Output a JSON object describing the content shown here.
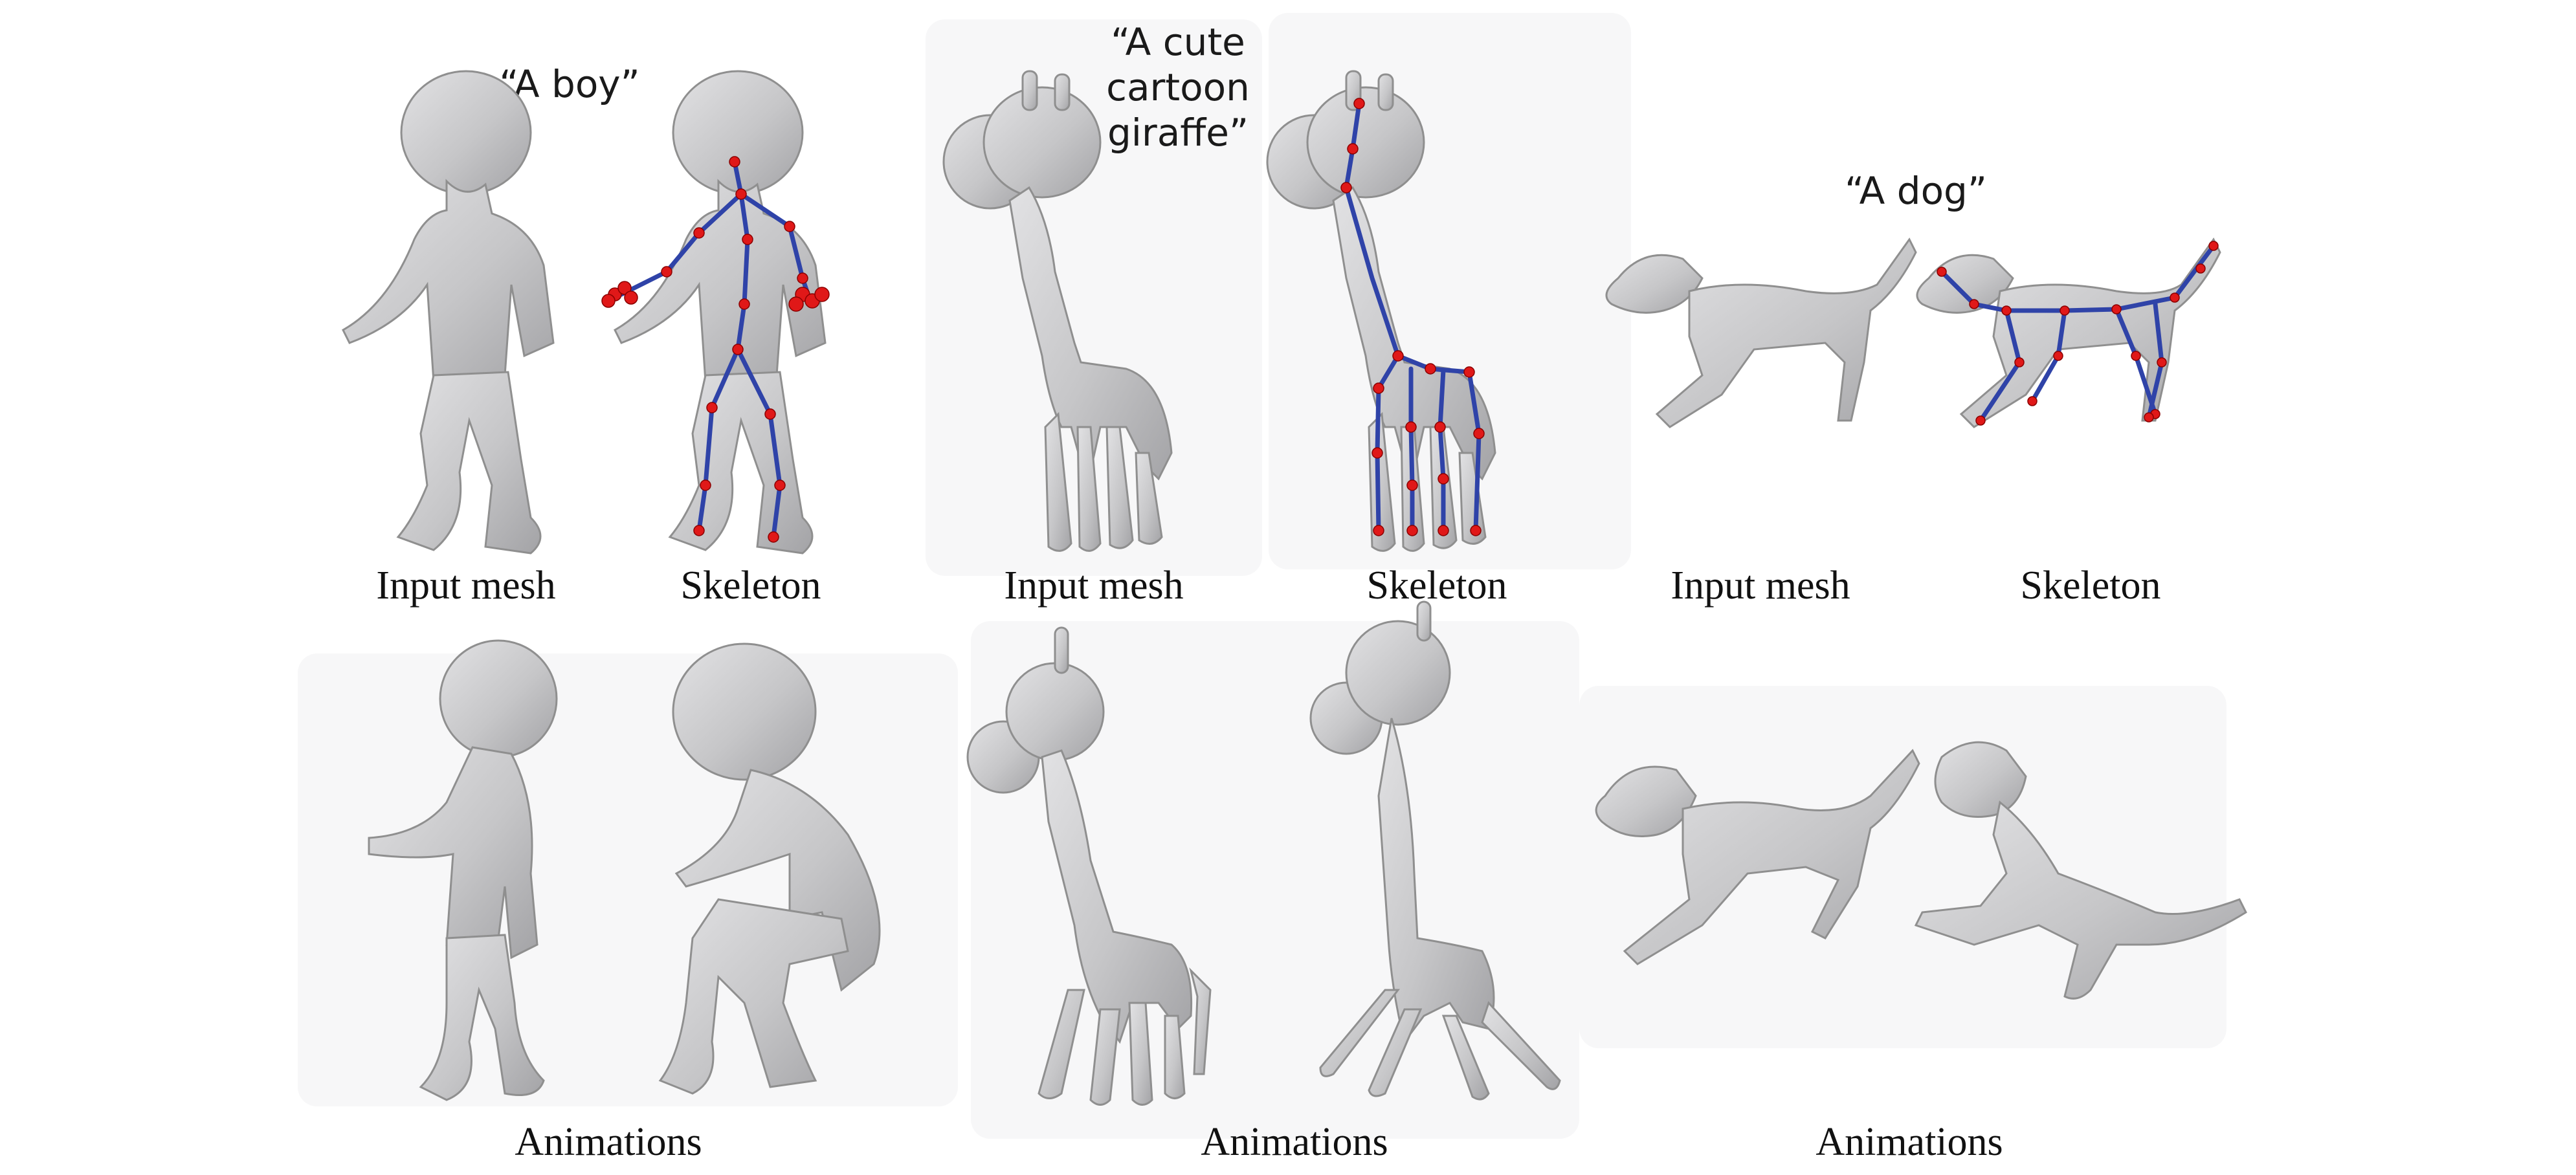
{
  "prompts": {
    "boy": "“A boy”",
    "giraffe_line1": "“A cute",
    "giraffe_line2": "cartoon",
    "giraffe_line3": "giraffe”",
    "dog": "“A dog”"
  },
  "captions": {
    "boy_input": "Input mesh",
    "boy_skeleton": "Skeleton",
    "giraffe_input": "Input mesh",
    "giraffe_skeleton": "Skeleton",
    "dog_input": "Input mesh",
    "dog_skeleton": "Skeleton",
    "boy_animations": "Animations",
    "giraffe_animations": "Animations",
    "dog_animations": "Animations"
  },
  "colors": {
    "mesh": "#c9c9cb",
    "bone": "#2f43a8",
    "joint": "#e01818"
  }
}
